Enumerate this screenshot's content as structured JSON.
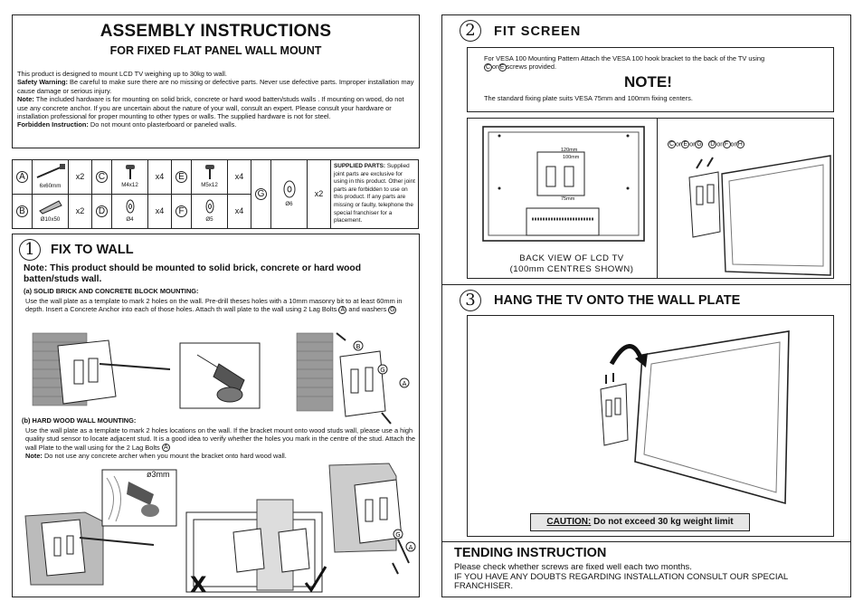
{
  "title": "ASSEMBLY INSTRUCTIONS",
  "subtitle": "FOR FIXED FLAT PANEL WALL MOUNT",
  "intro": {
    "line1": "This product is designed to mount LCD TV weighing up to 30kg to wall.",
    "safety_label": "Safety Warning:",
    "safety_text": " Be careful to make sure there are no missing or defective parts. Never use defective parts. Improper installation may cause damage or serious injury.",
    "note_label": "Note:",
    "note_text": " The included hardware is for mounting on solid brick, concrete or hard wood batten/studs walls . If mounting on wood, do not use any concrete anchor. If you are uncertain about the nature of your wall, consult an expert. Please consult your hardware or installation professional for proper mounting to other types or walls. The supplied hardware is not for steel.",
    "forbidden_label": "Forbidden Instruction:",
    "forbidden_text": " Do not mount onto plasterboard or paneled walls."
  },
  "hardware": {
    "items": [
      {
        "letter": "A",
        "size": "6x60mm",
        "qty": "x2"
      },
      {
        "letter": "C",
        "size": "M4x12",
        "qty": "x4"
      },
      {
        "letter": "E",
        "size": "M5x12",
        "qty": "x4"
      },
      {
        "letter": "B",
        "size": "Ø10x50",
        "qty": "x2"
      },
      {
        "letter": "D",
        "size": "Ø4",
        "qty": "x4"
      },
      {
        "letter": "F",
        "size": "Ø5",
        "qty": "x4"
      },
      {
        "letter": "G",
        "size": "Ø6",
        "qty": "x2"
      }
    ],
    "supplied_label": "SUPPLIED PARTS:",
    "supplied_text": " Supplied joint parts are exclusive for using in this product. Other joint parts are forbidden to use on this product. If any parts are missing or faulty, telephone the special franchiser for a placement."
  },
  "step1": {
    "number": "1",
    "heading": "FIX TO WALL",
    "note": "Note: This product should be mounted to solid brick, concrete or hard wood batten/studs wall.",
    "a_heading": "(a) SOLID BRICK AND CONCRETE BLOCK MOUNTING:",
    "a_text_1": "Use the wall plate as a template to mark 2 holes on the wall. Pre-drill theses holes with a 10mm masonry bit to at least 60mm in depth. Insert a Concrete Anchor into each of those holes. Attach th wall plate to the wall using 2 Lag Bolts",
    "a_text_2": "and washers",
    "b_heading": "(b) HARD WOOD WALL MOUNTING:",
    "b_text_1": "Use the wall plate  as a template to mark 2 holes locations on the wall. If the bracket mount onto wood studs wall, please use a high quality stud sensor to locate adjacent stud. It is a good idea to verify whether the holes you mark in the centre of the stud. Attach the wall Plate  to the wall using for the 2 Lag Bolts",
    "b_note_label": "Note:",
    "b_note_text": " Do not use any concrete archer when you mount the bracket onto hard wood wall.",
    "drill_label": "ø3mm"
  },
  "step2": {
    "number": "2",
    "heading": "FIT SCREEN",
    "text_1": "For VESA 100 Mounting Pattern Attach the VESA 100 hook bracket to the back of the TV using",
    "text_2": "screws provided.",
    "note_heading": "NOTE!",
    "note_text": "The standard fixing plate suits VESA 75mm and 100mm fixing centers.",
    "dim_120": "120mm",
    "dim_100": "100mm",
    "dim_75": "75mm",
    "caption_1": "BACK VIEW OF LCD TV",
    "caption_2": "(100mm CENTRES SHOWN)"
  },
  "step3": {
    "number": "3",
    "heading": "HANG THE TV ONTO THE WALL PLATE",
    "caution_label": "CAUTION:",
    "caution_text": " Do not exceed 30 kg weight limit"
  },
  "tending": {
    "heading": "TENDING INSTRUCTION",
    "line1": "Please check whether screws are fixed well each two months.",
    "line2": "IF YOU HAVE ANY DOUBTS REGARDING INSTALLATION CONSULT OUR SPECIAL FRANCHISER."
  }
}
